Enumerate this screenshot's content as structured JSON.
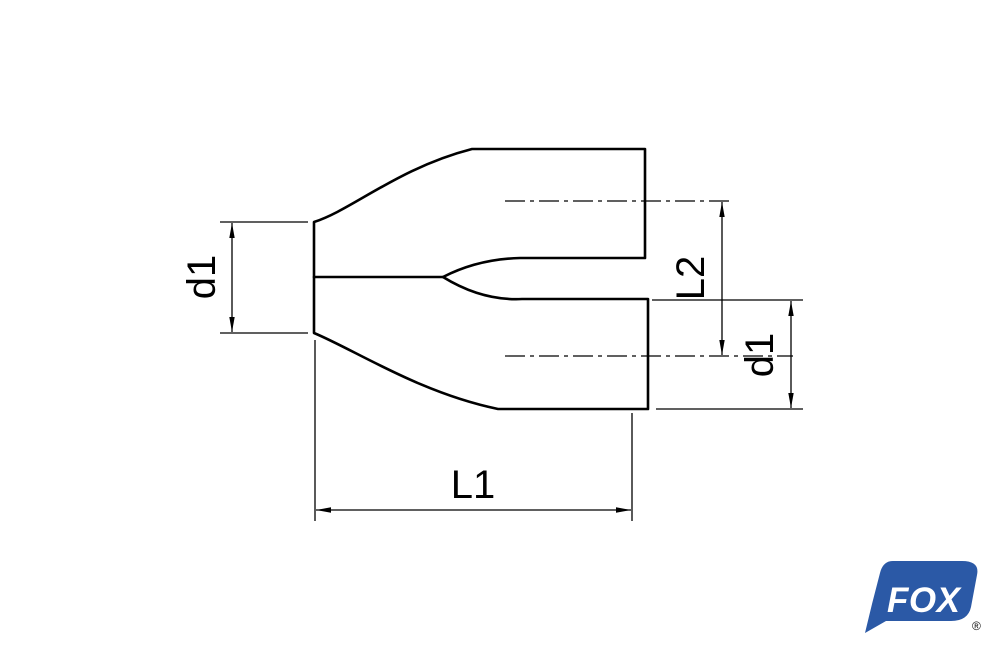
{
  "diagram": {
    "labels": {
      "d1_left": "d1",
      "l2": "L2",
      "d1_right": "d1",
      "l1": "L1"
    },
    "line_color": "#000000",
    "background": "#ffffff"
  },
  "logo": {
    "text": "FOX",
    "registered_mark": "®",
    "background_color": "#2b59a6",
    "text_color": "#ffffff"
  }
}
